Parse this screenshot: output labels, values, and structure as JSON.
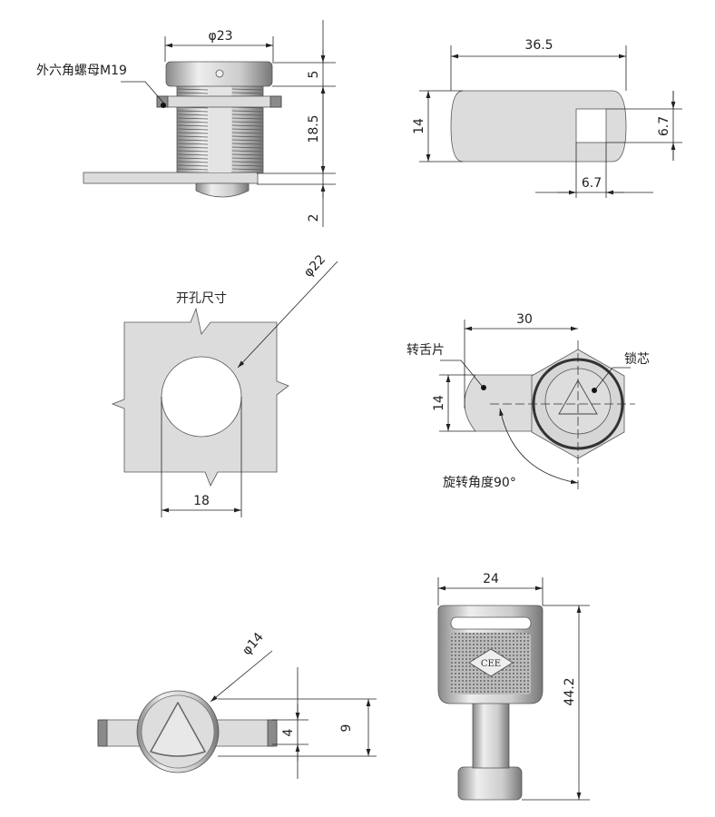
{
  "side_view": {
    "diameter_label": "φ23",
    "nut_label": "外六角螺母M19",
    "dim_cap": "5",
    "dim_body": "18.5",
    "dim_tongue": "2"
  },
  "tongue_view": {
    "length_label": "36.5",
    "width_label": "14",
    "square_height_label": "6.7",
    "square_width_label": "6.7"
  },
  "cutout_view": {
    "title": "开孔尺寸",
    "diameter_label": "φ22",
    "width_label": "18"
  },
  "front_view": {
    "length_label": "30",
    "width_label": "14",
    "tongue_label": "转舌片",
    "core_label": "锁芯",
    "rotation_label": "旋转角度90°"
  },
  "face_view": {
    "diameter_label": "φ14",
    "inner_label": "4",
    "outer_label": "9"
  },
  "key_view": {
    "width_label": "24",
    "height_label": "44.2",
    "brand_label": "CEE"
  }
}
